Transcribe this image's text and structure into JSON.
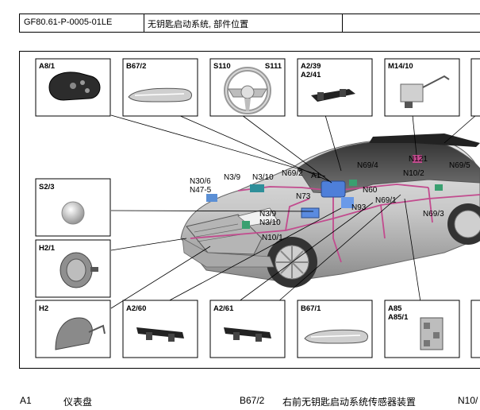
{
  "header": {
    "doc_id": "GF80.61-P-0005-01LE",
    "title": "无钥匙启动系统, 部件位置"
  },
  "component_boxes": [
    {
      "id": "a8-1",
      "lines": [
        "A8/1"
      ]
    },
    {
      "id": "b67-2",
      "lines": [
        "B67/2"
      ]
    },
    {
      "id": "s110",
      "lines": [
        "S110",
        "S111"
      ]
    },
    {
      "id": "a2-39",
      "lines": [
        "A2/39",
        "A2/41"
      ]
    },
    {
      "id": "m14-10",
      "lines": [
        "M14/10"
      ]
    },
    {
      "id": "s2-3",
      "lines": [
        "S2/3"
      ]
    },
    {
      "id": "h2-1",
      "lines": [
        "H2/1"
      ]
    },
    {
      "id": "h2",
      "lines": [
        "H2"
      ]
    },
    {
      "id": "a2-60",
      "lines": [
        "A2/60"
      ]
    },
    {
      "id": "a2-61",
      "lines": [
        "A2/61"
      ]
    },
    {
      "id": "b67-1",
      "lines": [
        "B67/1"
      ]
    },
    {
      "id": "a85",
      "lines": [
        "A85",
        "A85/1"
      ]
    }
  ],
  "callouts": [
    "N30/6",
    "N47-5",
    "N3/9",
    "N3/10",
    "N69/2",
    "A1",
    "N73",
    "N60",
    "N93",
    "N3/9",
    "N3/10",
    "N10/1",
    "N69/4",
    "N121",
    "N10/2",
    "N69/5",
    "N69/1",
    "N69/3"
  ],
  "legend": [
    {
      "code": "A1",
      "desc": "仪表盘"
    },
    {
      "code": "B67/2",
      "desc": "右前无钥匙启动系统传感器装置"
    },
    {
      "code": "N10/",
      "desc": ""
    }
  ]
}
